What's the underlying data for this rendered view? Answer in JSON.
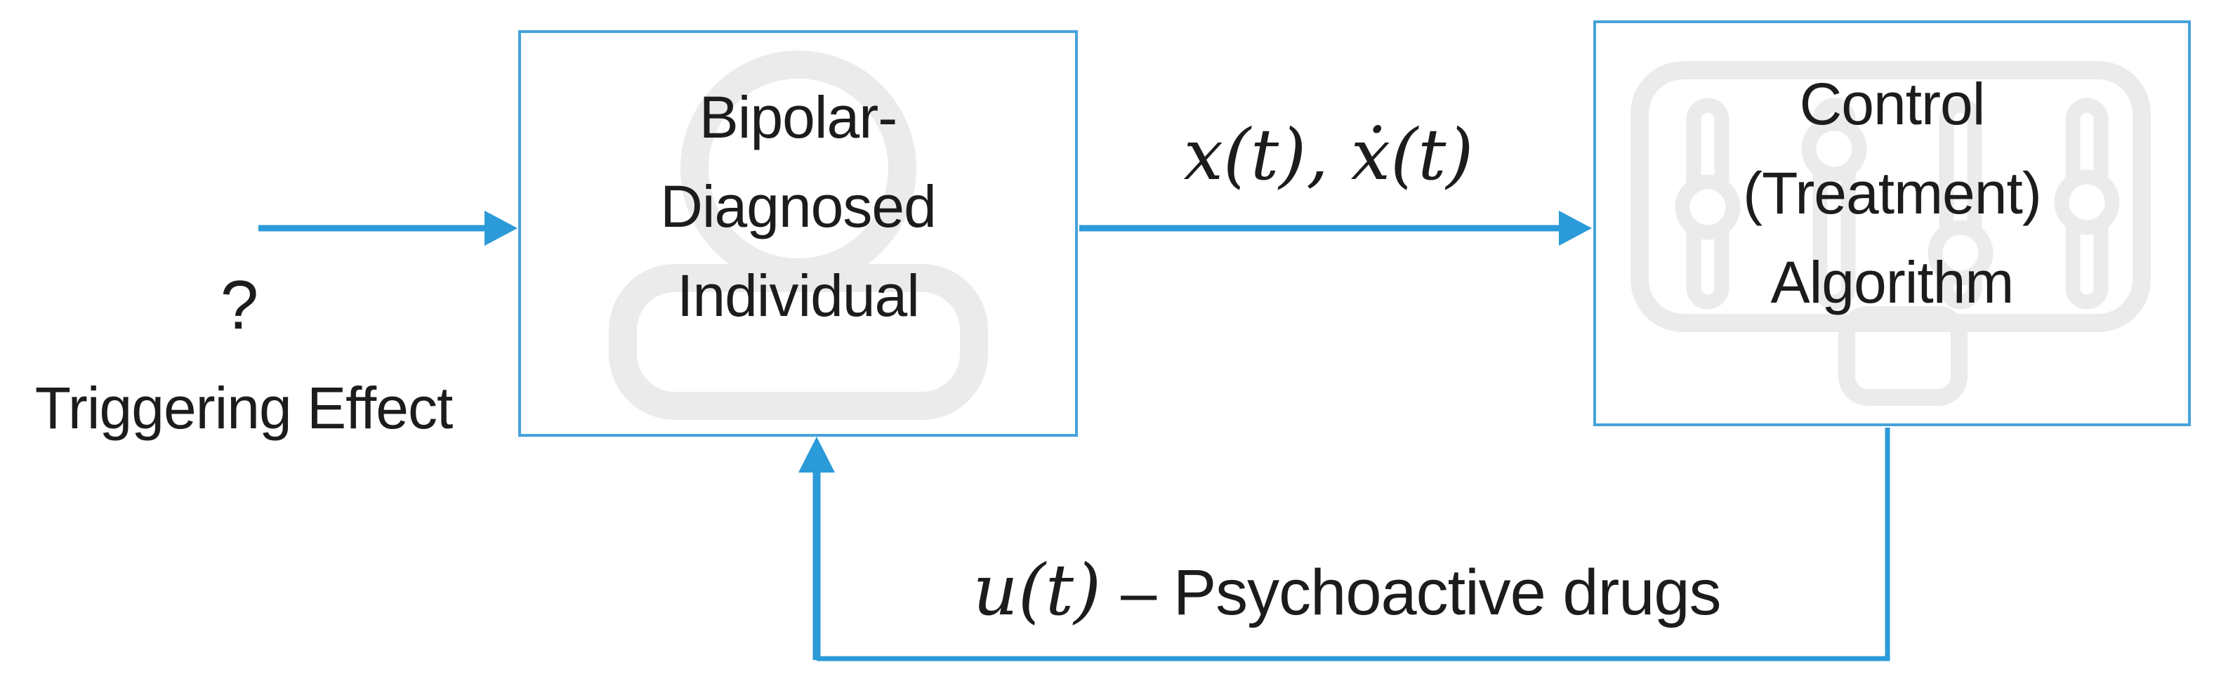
{
  "colors": {
    "arrow_blue": "#2b9ad8",
    "border_blue": "#46a2dc",
    "icon_gray": "#ebebeb",
    "text_black": "#1c1c1c"
  },
  "trigger": {
    "symbol": "?",
    "label": "Triggering Effect"
  },
  "plant_box": {
    "lines": [
      "Bipolar-",
      "Diagnosed",
      "Individual"
    ]
  },
  "controller_box": {
    "lines": [
      "Control",
      "(Treatment)",
      "Algorithm"
    ]
  },
  "signals": {
    "state_label": "x(t), ẋ(t)",
    "control_math": "u(t)",
    "control_text": "– Psychoactive drugs"
  }
}
